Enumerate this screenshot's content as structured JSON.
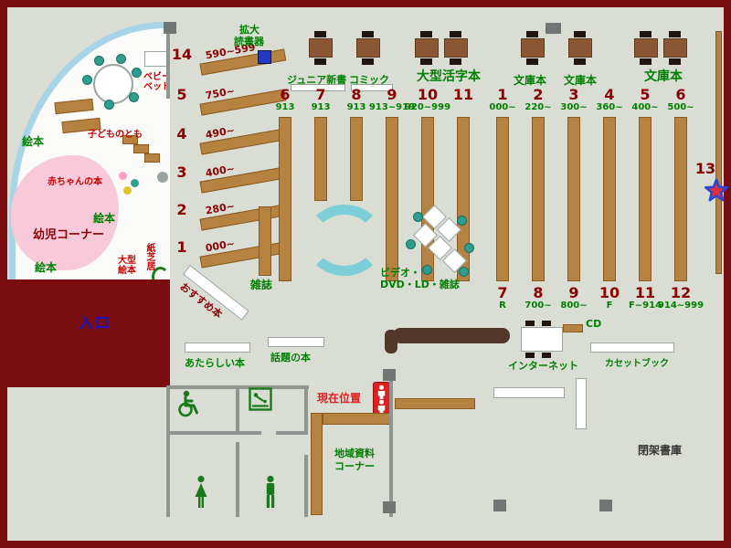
{
  "colors": {
    "wall": "#7a0d10",
    "floor": "#d9ddd4",
    "shelf_brown": "#b5823f",
    "shelf_brown_border": "#8a5a23",
    "table_brown": "#8a5633",
    "dark_counter": "#53382a",
    "green_text": "#008000",
    "darkred_text": "#8b0000",
    "red_text": "#c80000",
    "blue_text": "#1414cc",
    "pink_area": "#f7c9d9",
    "curve_blue": "#a8d4e8",
    "teal_chair": "#2f9e8e",
    "cyan_sofa": "#7ccfd6",
    "gray_wall": "#8f9691",
    "pillar": "#6f7673",
    "marker_red": "#e02020",
    "highlight_blue": "#2438c8",
    "toilet_green": "#1a7a1a",
    "star_fill": "#e03038",
    "star_stroke": "#2b46d8"
  },
  "entrance_label": "入口",
  "children": {
    "ehon_top": "絵本",
    "baby_books": "赤ちゃんの本",
    "ehon_mid": "絵本",
    "infant_corner": "幼児コーナー",
    "ehon_bottom": "絵本",
    "large_ehon_1": "大型",
    "large_ehon_2": "絵本",
    "kamishibai": "紙芝居",
    "kodomo_tomo": "子どものとも",
    "baby_bed_1": "ベビー",
    "baby_bed_2": "ベッド"
  },
  "top": {
    "kakudai_1": "拡大",
    "kakudai_2": "読書器",
    "junior_shinsho": "ジュニア新書",
    "comic": "コミック",
    "large_print": "大型活字本",
    "bunko_1": "文庫本",
    "bunko_2": "文庫本",
    "bunko_3": "文庫本"
  },
  "left_shelves": [
    {
      "num": "14",
      "range": "590~599"
    },
    {
      "num": "5",
      "range": "750~"
    },
    {
      "num": "4",
      "range": "490~"
    },
    {
      "num": "3",
      "range": "400~"
    },
    {
      "num": "2",
      "range": "280~"
    },
    {
      "num": "1",
      "range": "000~"
    }
  ],
  "center_top_shelves": [
    {
      "num": "6",
      "cls": "913"
    },
    {
      "num": "7",
      "cls": "913"
    },
    {
      "num": "8",
      "cls": "913"
    },
    {
      "num": "9",
      "cls": "913~919"
    },
    {
      "num": "10",
      "cls": "920~999"
    },
    {
      "num": "11",
      "cls": ""
    }
  ],
  "right_top_shelves": [
    {
      "num": "1",
      "cls": "000~"
    },
    {
      "num": "2",
      "cls": "220~"
    },
    {
      "num": "3",
      "cls": "300~"
    },
    {
      "num": "4",
      "cls": "360~"
    },
    {
      "num": "5",
      "cls": "400~"
    },
    {
      "num": "6",
      "cls": "500~"
    }
  ],
  "right_bottom_shelves": [
    {
      "num": "7",
      "cls": "R"
    },
    {
      "num": "8",
      "cls": "700~"
    },
    {
      "num": "9",
      "cls": "800~"
    },
    {
      "num": "10",
      "cls": "F"
    },
    {
      "num": "11",
      "cls": "F~914"
    },
    {
      "num": "12",
      "cls": "914~999"
    }
  ],
  "shelf_13": "13",
  "center_labels": {
    "zasshi": "雑誌",
    "video_1": "ビデオ・",
    "video_2": "DVD・LD・雑誌",
    "osusume": "おすすめ本"
  },
  "bottom": {
    "new_books": "あたらしい本",
    "topic_books": "話題の本",
    "current_location": "現在位置",
    "internet": "インターネット",
    "cd": "CD",
    "cassette": "カセットブック",
    "chiiki_1": "地域資料",
    "chiiki_2": "コーナー",
    "closed_stacks": "閉架書庫"
  }
}
